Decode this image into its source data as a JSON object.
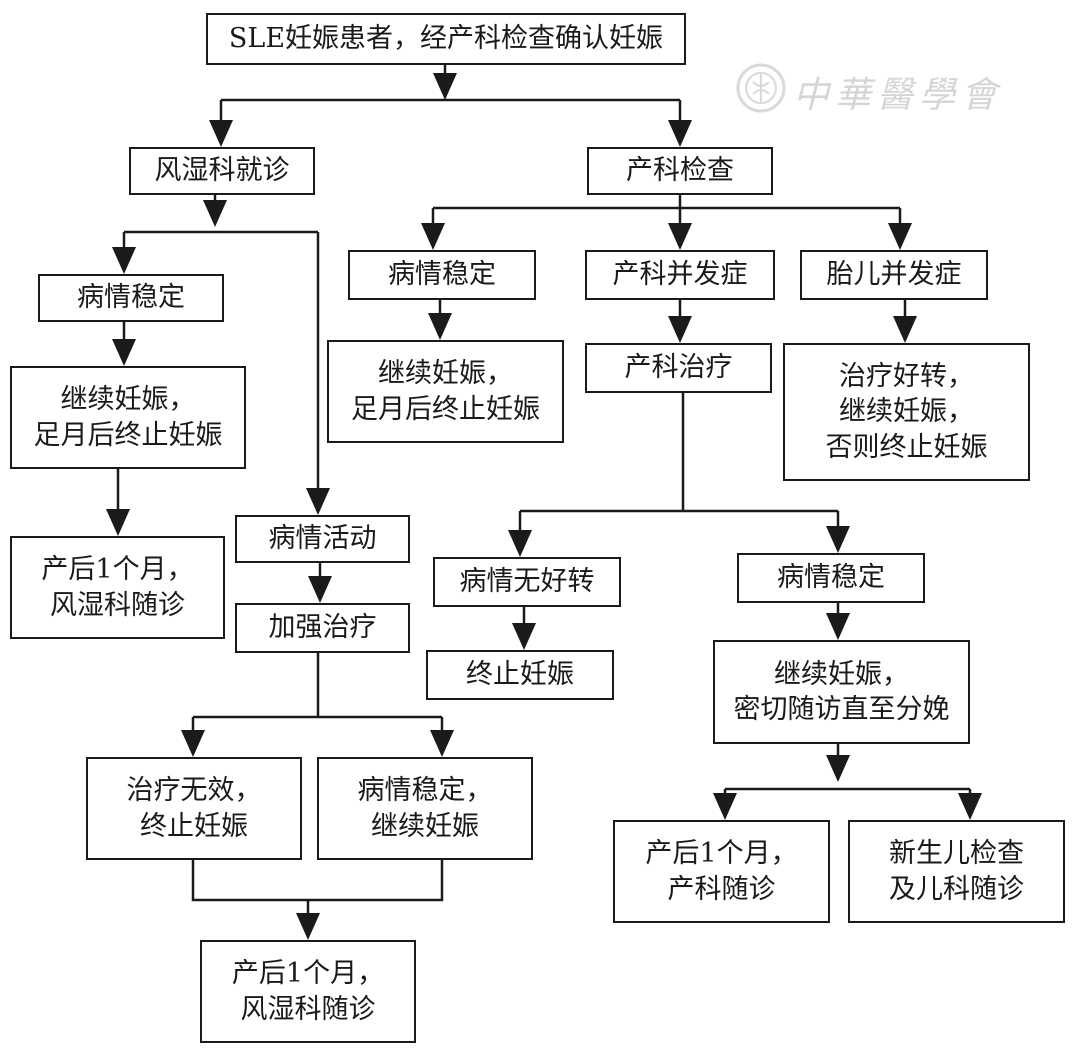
{
  "watermark": {
    "text": "中華醫學會"
  },
  "nodes": {
    "root": {
      "lines": [
        "SLE妊娠患者，经产科检查确认妊娠"
      ]
    },
    "rheum": {
      "lines": [
        "风湿科就诊"
      ]
    },
    "obstetric_exam": {
      "lines": [
        "产科检查"
      ]
    },
    "left_stable": {
      "lines": [
        "病情稳定"
      ]
    },
    "left_continue": {
      "lines": [
        "继续妊娠，",
        "足月后终止妊娠"
      ]
    },
    "left_followup": {
      "lines": [
        "产后1个月，",
        "风湿科随诊"
      ]
    },
    "active": {
      "lines": [
        "病情活动"
      ]
    },
    "intensify": {
      "lines": [
        "加强治疗"
      ]
    },
    "ineffective": {
      "lines": [
        "治疗无效，",
        "终止妊娠"
      ]
    },
    "stable_continue": {
      "lines": [
        "病情稳定，",
        "继续妊娠"
      ]
    },
    "mid_followup": {
      "lines": [
        "产后1个月，",
        "风湿科随诊"
      ]
    },
    "ob_stable": {
      "lines": [
        "病情稳定"
      ]
    },
    "ob_continue": {
      "lines": [
        "继续妊娠，",
        "足月后终止妊娠"
      ]
    },
    "ob_complication": {
      "lines": [
        "产科并发症"
      ]
    },
    "ob_treatment": {
      "lines": [
        "产科治疗"
      ]
    },
    "no_improve": {
      "lines": [
        "病情无好转"
      ]
    },
    "terminate": {
      "lines": [
        "终止妊娠"
      ]
    },
    "treat_stable": {
      "lines": [
        "病情稳定"
      ]
    },
    "close_followup": {
      "lines": [
        "继续妊娠，",
        "密切随访直至分娩"
      ]
    },
    "ob_followup": {
      "lines": [
        "产后1个月，",
        "产科随诊"
      ]
    },
    "neonatal": {
      "lines": [
        "新生儿检查",
        "及儿科随诊"
      ]
    },
    "fetal": {
      "lines": [
        "胎儿并发症"
      ]
    },
    "fetal_outcome": {
      "lines": [
        "治疗好转，",
        "继续妊娠，",
        "否则终止妊娠"
      ]
    }
  }
}
